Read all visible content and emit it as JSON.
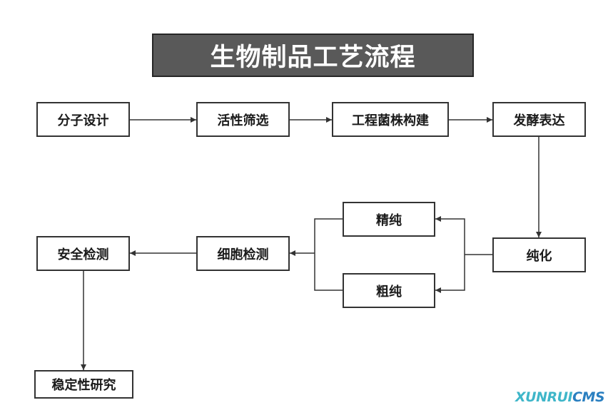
{
  "title": "生物制品工艺流程",
  "nodes": {
    "n1": "分子设计",
    "n2": "活性筛选",
    "n3": "工程菌株构建",
    "n4": "发酵表达",
    "n5": "纯化",
    "n6": "精纯",
    "n7": "粗纯",
    "n8": "细胞检测",
    "n9": "安全检测",
    "n10": "稳定性研究"
  },
  "edges": [
    [
      "n1",
      "n2"
    ],
    [
      "n2",
      "n3"
    ],
    [
      "n3",
      "n4"
    ],
    [
      "n4",
      "n5"
    ],
    [
      "n5",
      "n6"
    ],
    [
      "n5",
      "n7"
    ],
    [
      "n6",
      "n8"
    ],
    [
      "n7",
      "n8"
    ],
    [
      "n8",
      "n9"
    ],
    [
      "n9",
      "n10"
    ]
  ],
  "watermark": {
    "part1": "XUNRUI",
    "part2": "CMS"
  },
  "colors": {
    "title_bg": "#595959",
    "line": "#333333",
    "watermark_teal": "#3fb6c9",
    "watermark_blue": "#2a7fc0"
  }
}
